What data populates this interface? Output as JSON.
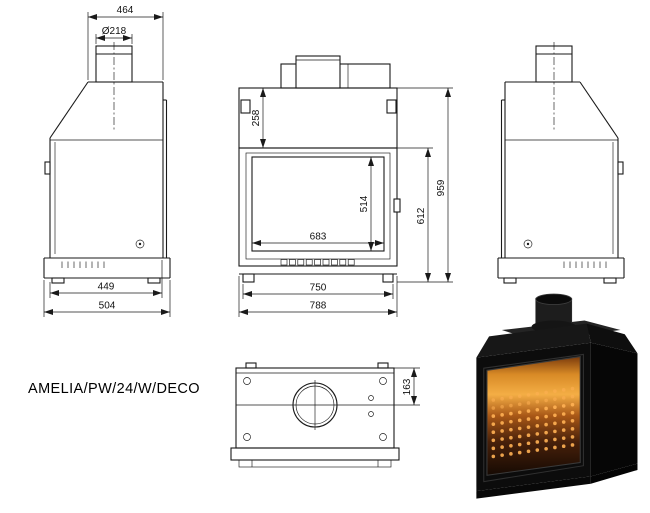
{
  "title": "AMELIA/PW/24/W/DECO",
  "drawing": {
    "side_left": {
      "top_width": "464",
      "flue_diameter": "Ø218",
      "depth_inner": "449",
      "depth_outer": "504"
    },
    "front": {
      "hood_height": "258",
      "glass_height": "514",
      "glass_width": "683",
      "body_height": "612",
      "total_height": "959",
      "width_inner": "750",
      "width_outer": "788"
    },
    "top": {
      "flue_offset": "163"
    }
  },
  "colors": {
    "line": "#1a1a1a",
    "fire_glow": "#f4ae45",
    "body_black": "#0c0c0c"
  }
}
